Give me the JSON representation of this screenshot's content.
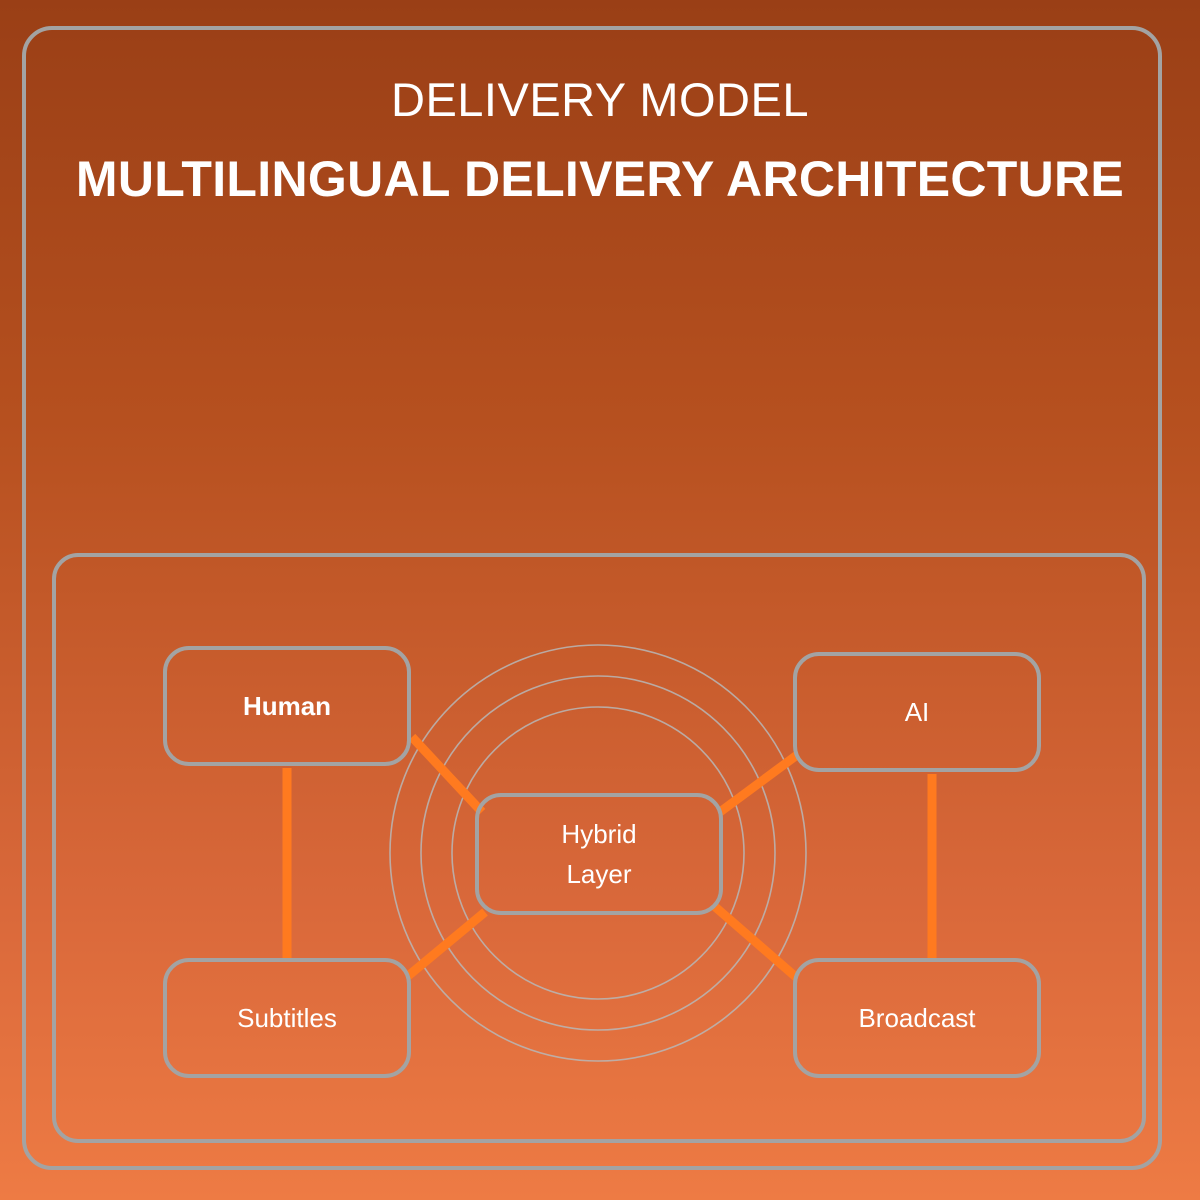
{
  "header": {
    "supertitle": "DELIVERY MODEL",
    "title": "MULTILINGUAL DELIVERY ARCHITECTURE"
  },
  "nodes": {
    "human": "Human",
    "ai": "AI",
    "hybrid_line1": "Hybrid",
    "hybrid_line2": "Layer",
    "subtitles": "Subtitles",
    "broadcast": "Broadcast"
  },
  "colors": {
    "background_top": "#9a3f16",
    "background_bottom": "#ee7b44",
    "border": "#a3a3a3",
    "connector": "#ff7a1f",
    "text": "#ffffff"
  }
}
